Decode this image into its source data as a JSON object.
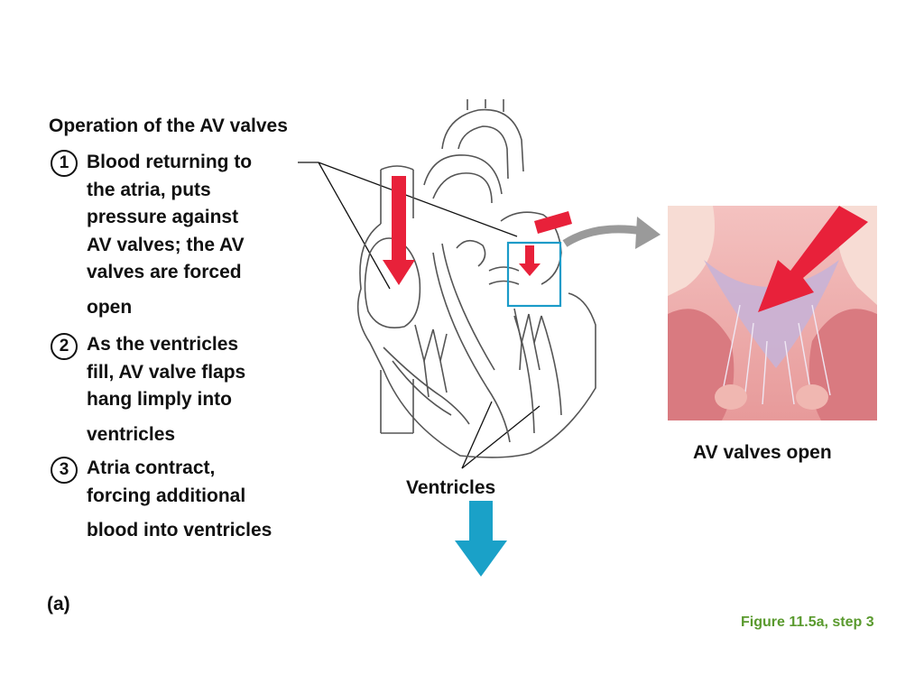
{
  "title": "Operation of the AV valves",
  "steps": [
    {
      "num": "1",
      "lines": [
        "Blood returning to",
        "the atria, puts",
        "pressure against",
        "AV valves; the AV",
        "valves are forced",
        "open"
      ]
    },
    {
      "num": "2",
      "lines": [
        "As the ventricles",
        "fill, AV valve flaps",
        "hang limply into",
        "ventricles"
      ]
    },
    {
      "num": "3",
      "lines": [
        "Atria contract,",
        "forcing additional",
        "blood into ventricles"
      ]
    }
  ],
  "labels": {
    "av_valves_open": "AV valves open",
    "ventricles": "Ventricles",
    "panel": "(a)",
    "figure": "Figure 11.5a, step 3"
  },
  "colors": {
    "red_arrow": "#e8213a",
    "blue_arrow": "#1aa1c8",
    "zoom_box": "#1a9bc8",
    "figure_label": "#5a9a2e"
  }
}
